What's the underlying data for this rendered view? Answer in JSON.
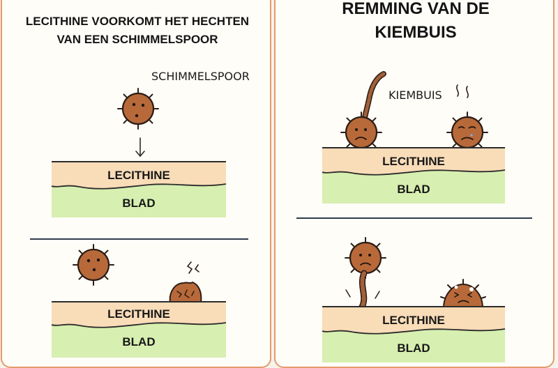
{
  "left_panel": {
    "title_line1": "LECITHINE VOORKOMT HET HECHTEN",
    "title_line2": "VAN EEN SCHIMMELSPOOR",
    "spore_label": "SCHIMMELSPOOR",
    "top_scene": {
      "layer_top": "LECITHINE",
      "layer_bottom": "BLAD"
    },
    "bottom_scene": {
      "layer_top": "LECITHINE",
      "layer_bottom": "BLAD"
    }
  },
  "right_panel": {
    "title_line1": "REMMING VAN DE",
    "title_line2": "KIEMBUIS",
    "germ_tube_label": "KIEMBUIS",
    "top_scene": {
      "layer_top": "LECITHINE",
      "layer_bottom": "BLAD"
    },
    "bottom_scene": {
      "layer_top": "LECITHINE",
      "layer_bottom": "BLAD"
    }
  },
  "colors": {
    "panel_border": "#e39b6d",
    "lecithin_layer": "#f9dcb8",
    "leaf_layer": "#d7efb0",
    "spore": "#b8693a",
    "ink": "#2b1d14"
  }
}
